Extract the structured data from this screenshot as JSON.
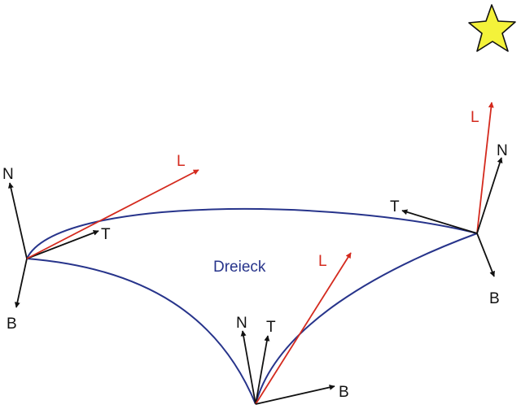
{
  "title": "Dreieck",
  "colors": {
    "triangle": "#27348b",
    "vector": "#111111",
    "light": "#d42a1e",
    "star_fill": "#f4f23a",
    "star_stroke": "#111111"
  },
  "icons": {
    "light_source": "star-icon"
  },
  "labels": {
    "normal": "N",
    "tangent": "T",
    "binormal": "B",
    "light": "L"
  }
}
